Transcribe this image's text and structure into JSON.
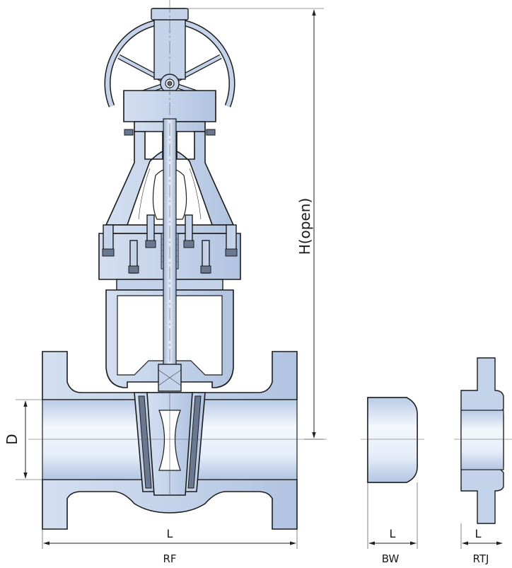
{
  "labels": {
    "height": "H(open)",
    "diameter": "D",
    "length_rf": "L",
    "length_bw": "L",
    "length_rtj": "L",
    "rf": "RF",
    "bw": "BW",
    "rtj": "RTJ"
  },
  "colors": {
    "steel_light": "#e6eef9",
    "steel": "#c4d3ea",
    "steel_dark": "#9fb3d2",
    "outline": "#1c1c1c"
  }
}
